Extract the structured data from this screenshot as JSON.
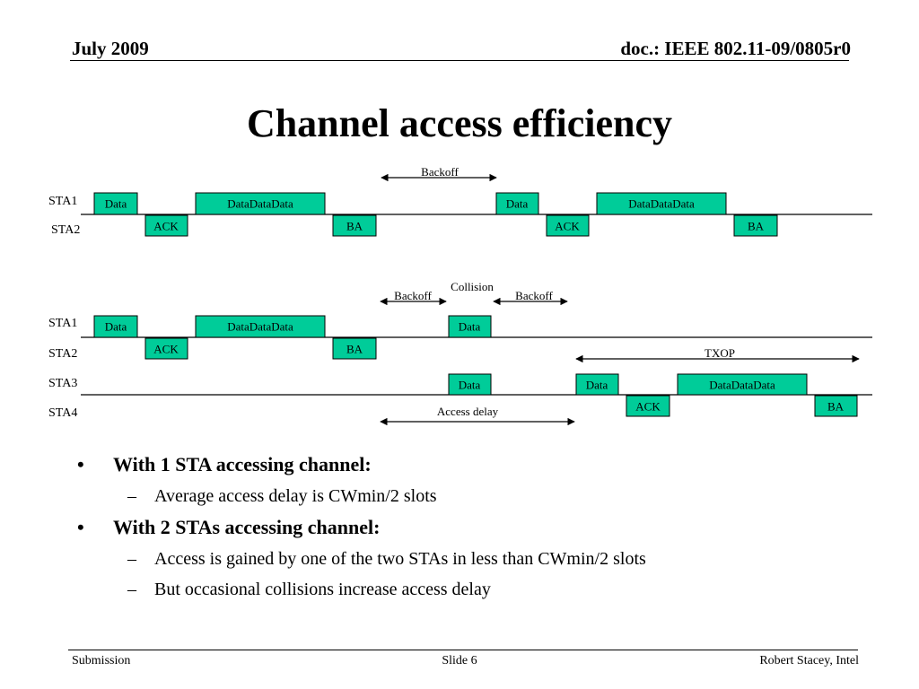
{
  "header": {
    "date": "July 2009",
    "doc_id": "doc.: IEEE 802.11-09/0805r0"
  },
  "title": "Channel access efficiency",
  "diagram1": {
    "stations": [
      "STA1",
      "STA2"
    ],
    "backoff_label": "Backoff",
    "frames": [
      {
        "label": "Data",
        "lane": 0
      },
      {
        "label": "DataDataData",
        "lane": 0
      },
      {
        "label": "Data",
        "lane": 0
      },
      {
        "label": "DataDataData",
        "lane": 0
      },
      {
        "label": "ACK",
        "lane": 1
      },
      {
        "label": "BA",
        "lane": 1
      },
      {
        "label": "ACK",
        "lane": 1
      },
      {
        "label": "BA",
        "lane": 1
      }
    ]
  },
  "diagram2": {
    "stations": [
      "STA1",
      "STA2",
      "STA3",
      "STA4"
    ],
    "backoff_left_label": "Backoff",
    "collision_label": "Collision",
    "backoff_right_label": "Backoff",
    "txop_label": "TXOP",
    "access_delay_label": "Access delay",
    "frames": [
      {
        "label": "Data",
        "lane": 0
      },
      {
        "label": "DataDataData",
        "lane": 0
      },
      {
        "label": "Data",
        "lane": 0
      },
      {
        "label": "ACK",
        "lane": 1
      },
      {
        "label": "BA",
        "lane": 1
      },
      {
        "label": "Data",
        "lane": 2
      },
      {
        "label": "Data",
        "lane": 2
      },
      {
        "label": "DataDataData",
        "lane": 2
      },
      {
        "label": "ACK",
        "lane": 3
      },
      {
        "label": "BA",
        "lane": 3
      }
    ]
  },
  "bullets": [
    {
      "text": "With 1 STA accessing channel:",
      "sub": [
        "Average access delay is CWmin/2 slots"
      ]
    },
    {
      "text": "With 2 STAs accessing channel:",
      "sub": [
        "Access is gained by one of the two STAs in less than CWmin/2 slots",
        "But occasional collisions increase access delay"
      ]
    }
  ],
  "bullet_marks": {
    "level1": "•",
    "level2": "–"
  },
  "footer": {
    "left": "Submission",
    "center": "Slide 6",
    "right": "Robert Stacey, Intel"
  },
  "colors": {
    "frame_fill": "#00cc99"
  }
}
